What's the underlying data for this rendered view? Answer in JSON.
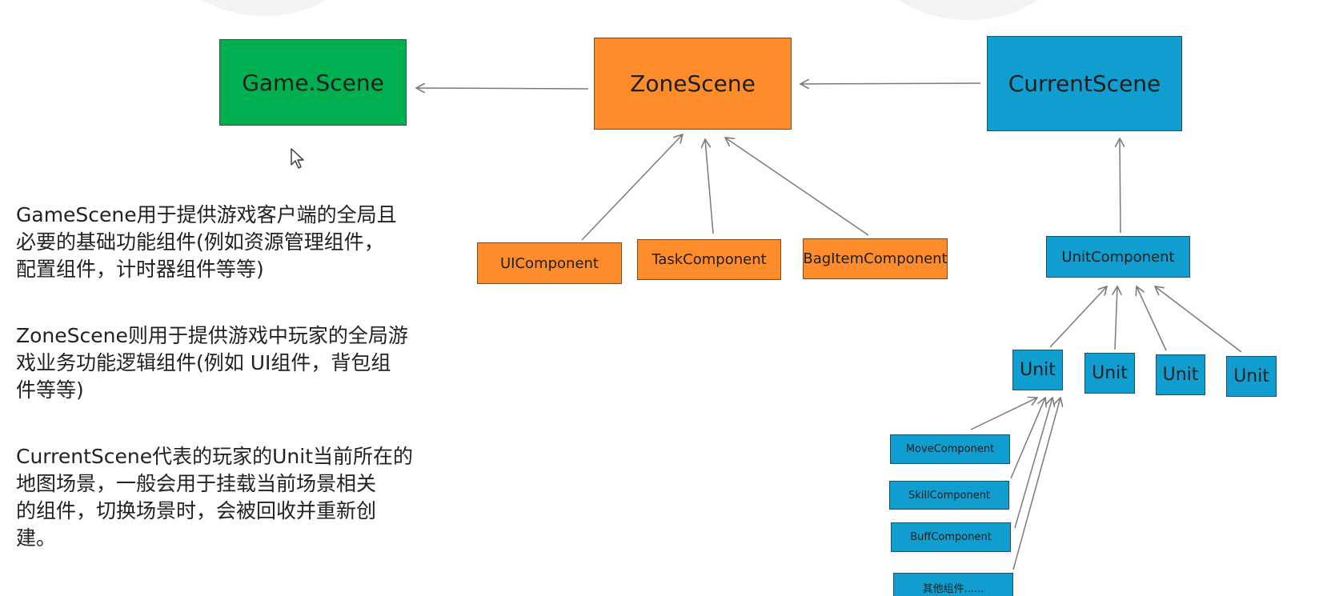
{
  "nodes": {
    "game_scene": "Game.Scene",
    "zone_scene": "ZoneScene",
    "current_scene": "CurrentScene",
    "ui_component": "UIComponent",
    "task_component": "TaskComponent",
    "bag_item_component": "BagItemComponent",
    "unit_component": "UnitComponent",
    "units": [
      "Unit",
      "Unit",
      "Unit",
      "Unit"
    ],
    "move_component": "MoveComponent",
    "skill_component": "SkillComponent",
    "buff_component": "BuffComponent",
    "other_components": "其他组件......"
  },
  "descriptions": [
    [
      "GameScene用于提供游戏客户端的全局且",
      "必要的基础功能组件(例如资源管理组件，",
      "配置组件，计时器组件等等)"
    ],
    [
      "ZoneScene则用于提供游戏中玩家的全局游",
      "戏业务功能逻辑组件(例如 UI组件，背包组",
      "件等等)"
    ],
    [
      "CurrentScene代表的玩家的Unit当前所在的",
      "地图场景，一般会用于挂载当前场景相关",
      "的组件，切换场景时，会被回收并重新创",
      "建。"
    ]
  ],
  "colors": {
    "game_scene": "#00b050",
    "zone_scene_group": "#ff8c2a",
    "current_scene_group": "#0f9ecf",
    "arrow": "#7a7a7a"
  },
  "icons": {
    "cursor": "mouse-pointer-icon"
  }
}
